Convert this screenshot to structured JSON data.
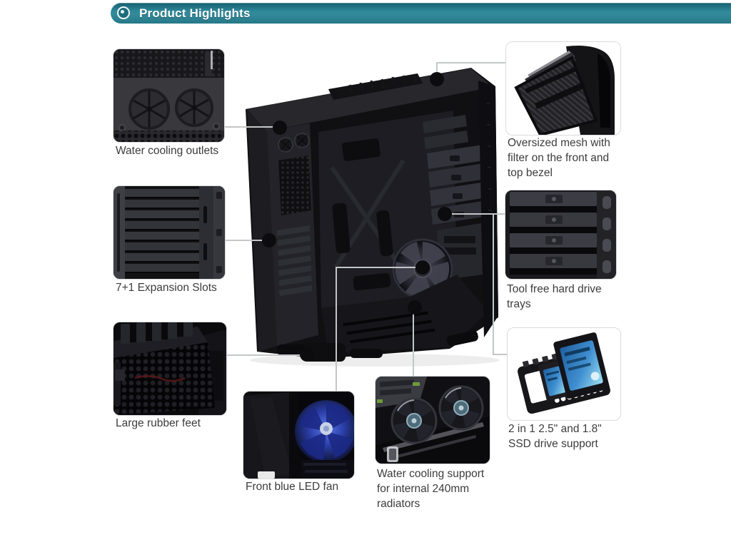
{
  "header": {
    "title": "Product Highlights",
    "bullet_icon": "dot-icon",
    "accent_color": "#2f8a9b"
  },
  "colors": {
    "accent_teal": "#2f8a9b",
    "connector_line": "#c4c7c7",
    "marker": "#0c0c0e",
    "label_text": "#3c3c3c",
    "led_glow_blue": "#3a55d0",
    "ssd_label_blue": "#2f7fc2"
  },
  "callouts": {
    "water_outlets": {
      "image_name": "water-cooling-outlets-photo",
      "label_lines": [
        "Water cooling outlets"
      ]
    },
    "expansion_slots": {
      "image_name": "expansion-slots-photo",
      "label_lines": [
        "7+1 Expansion Slots"
      ]
    },
    "rubber_feet": {
      "image_name": "rubber-feet-photo",
      "label_lines": [
        "Large rubber feet"
      ]
    },
    "led_fan": {
      "image_name": "front-led-fan-photo",
      "label_lines": [
        "Front blue LED fan"
      ]
    },
    "water_support": {
      "image_name": "water-cooling-support-photo",
      "label_lines": [
        "Water cooling support",
        "for internal 240mm",
        "radiators"
      ]
    },
    "mesh": {
      "image_name": "mesh-filter-photo",
      "label_lines": [
        "Oversized mesh with",
        "filter on the front and",
        "top bezel"
      ]
    },
    "trays": {
      "image_name": "hard-drive-trays-photo",
      "label_lines": [
        "Tool free hard drive",
        "trays"
      ]
    },
    "ssd": {
      "image_name": "ssd-bracket-photo",
      "label_lines": [
        "2 in 1 2.5\" and 1.8\"",
        "SSD drive support"
      ]
    }
  },
  "main_image": {
    "image_name": "case-interior-photo"
  }
}
